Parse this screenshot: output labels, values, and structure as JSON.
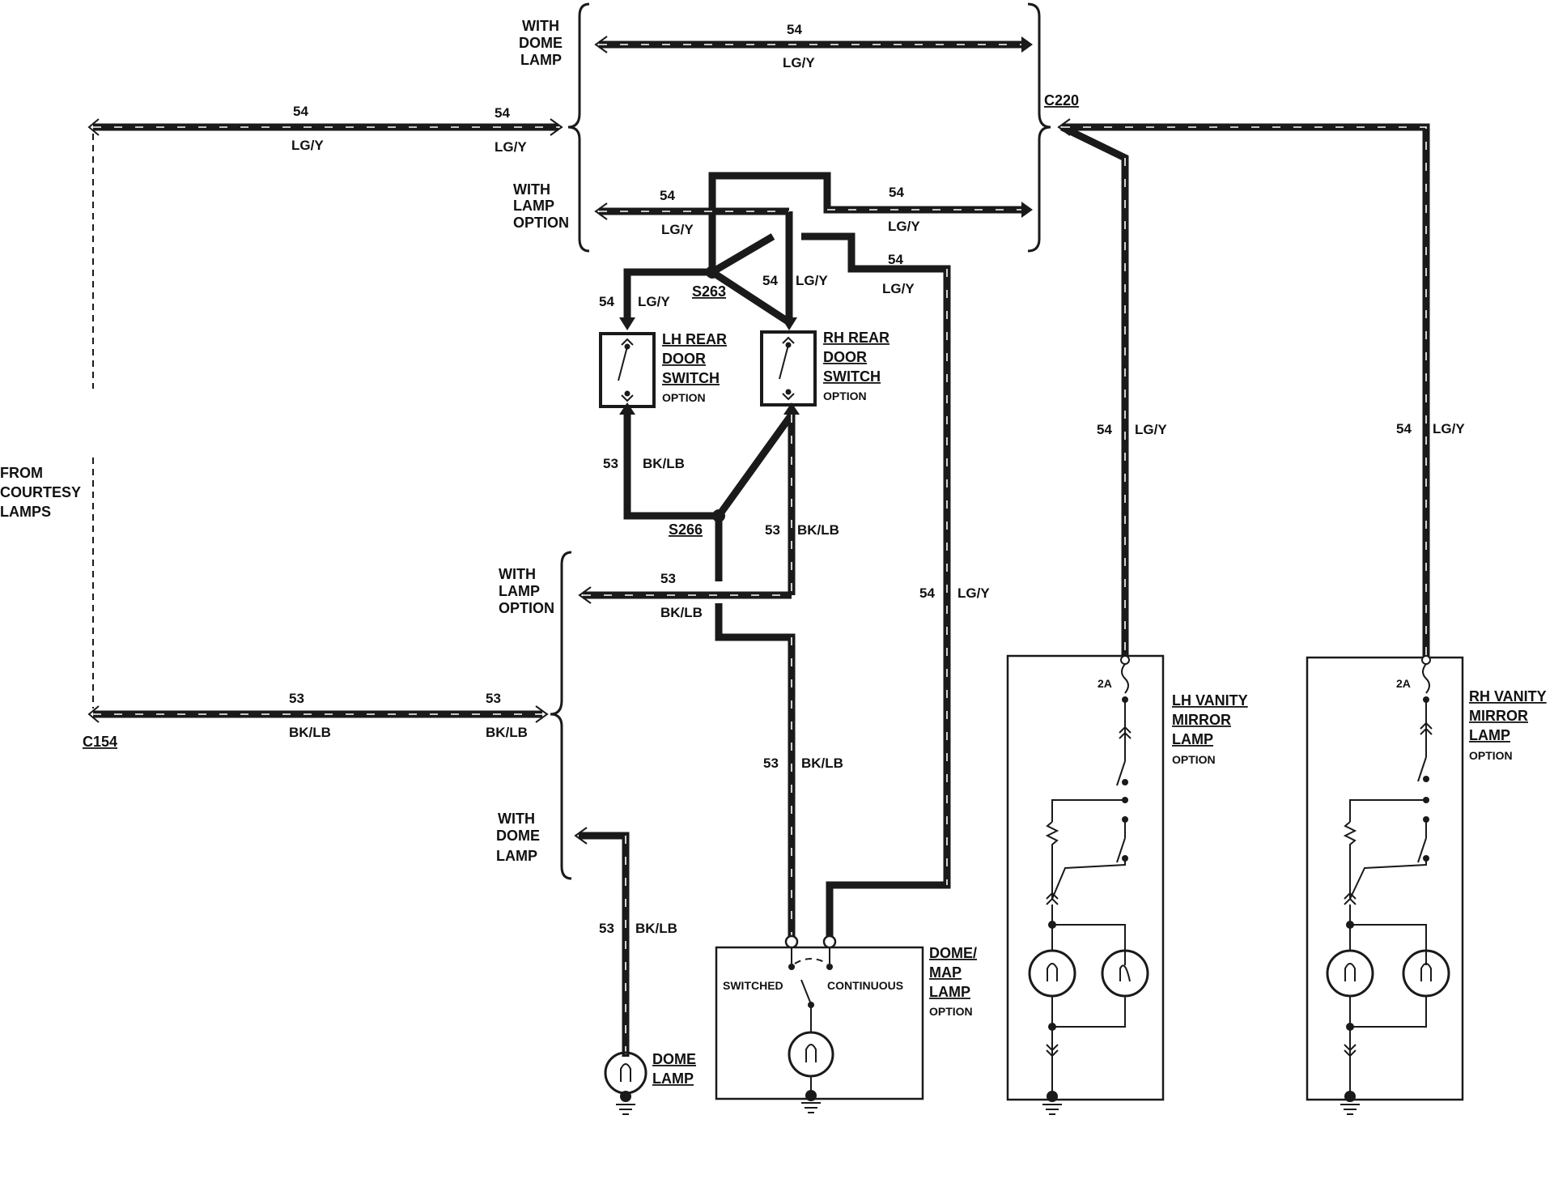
{
  "circuits": {
    "c54": {
      "number": "54",
      "color": "LG/Y"
    },
    "c53": {
      "number": "53",
      "color": "BK/LB"
    }
  },
  "connectors": {
    "c220": "C220",
    "c154": "C154"
  },
  "splices": {
    "s263": "S263",
    "s266": "S266"
  },
  "labels": {
    "from_courtesy_lamps": [
      "FROM",
      "COURTESY",
      "LAMPS"
    ],
    "with_dome_lamp": [
      "WITH",
      "DOME",
      "LAMP"
    ],
    "with_lamp_option": [
      "WITH",
      "LAMP",
      "OPTION"
    ],
    "option": "OPTION"
  },
  "components": {
    "lh_rear_door_switch": [
      "LH REAR",
      "DOOR",
      "SWITCH"
    ],
    "rh_rear_door_switch": [
      "RH REAR",
      "DOOR",
      "SWITCH"
    ],
    "lh_vanity_mirror_lamp": [
      "LH VANITY",
      "MIRROR",
      "LAMP"
    ],
    "rh_vanity_mirror_lamp": [
      "RH VANITY",
      "MIRROR",
      "LAMP"
    ],
    "dome_map_lamp": [
      "DOME/",
      "MAP",
      "LAMP"
    ],
    "dome_lamp": [
      "DOME",
      "LAMP"
    ]
  },
  "dome_map_switch": {
    "switched": "SWITCHED",
    "continuous": "CONTINUOUS"
  },
  "fuse_rating": "2A"
}
